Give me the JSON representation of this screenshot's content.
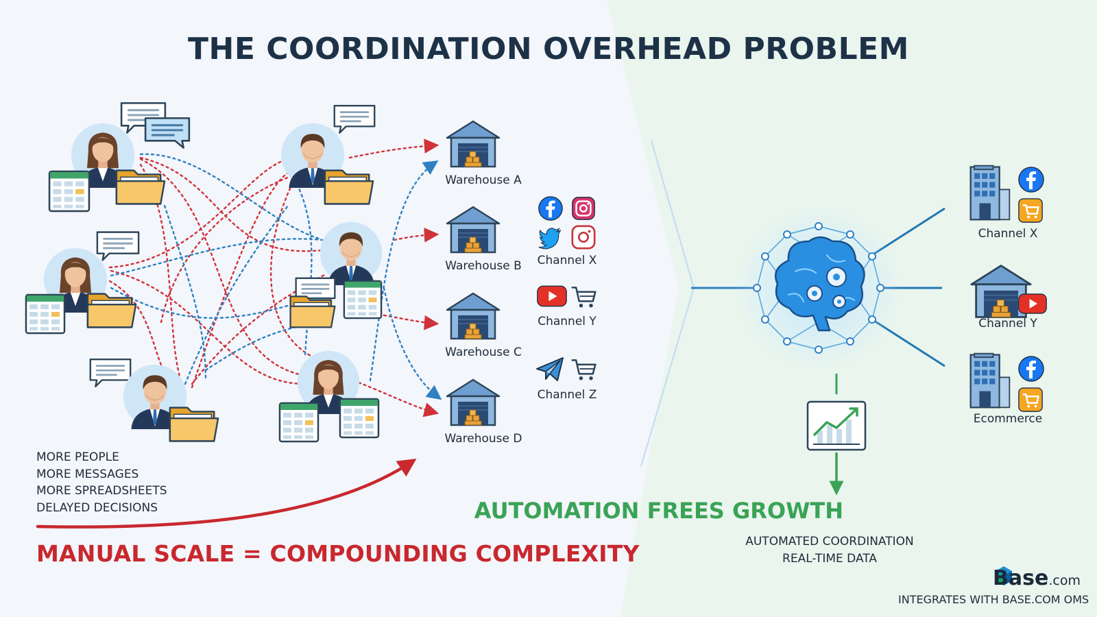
{
  "title": "THE COORDINATION OVERHEAD PROBLEM",
  "warehouses": [
    "Warehouse A",
    "Warehouse B",
    "Warehouse C",
    "Warehouse D"
  ],
  "left_channels": [
    "Channel X",
    "Channel Y",
    "Channel Z"
  ],
  "problems": [
    "MORE PEOPLE",
    "MORE MESSAGES",
    "MORE SPREADSHEETS",
    "DELAYED DECISIONS"
  ],
  "left_conclusion": "MANUAL SCALE = COMPOUNDING COMPLEXITY",
  "right_channels": [
    "Channel X",
    "Channel Y",
    "Ecommerce"
  ],
  "right_conclusion": "AUTOMATION FREES GROWTH",
  "benefits": [
    "AUTOMATED COORDINATION",
    "REAL-TIME DATA"
  ],
  "brand": {
    "name": "Base",
    "suffix": ".com",
    "note": "INTEGRATES WITH BASE.COM OMS"
  },
  "colors": {
    "title": "#1d3247",
    "problem": "#c8282e",
    "solution": "#3aa356",
    "accent_blue": "#2f80c3",
    "link_blue": "#1f77b4"
  },
  "icons": [
    "chat-bubble-icon",
    "spreadsheet-icon",
    "folder-icon",
    "warehouse-icon",
    "facebook-icon",
    "instagram-icon",
    "twitter-icon",
    "youtube-icon",
    "cart-icon",
    "telegram-icon",
    "brain-gears-icon",
    "growth-chart-icon",
    "office-building-icon"
  ]
}
